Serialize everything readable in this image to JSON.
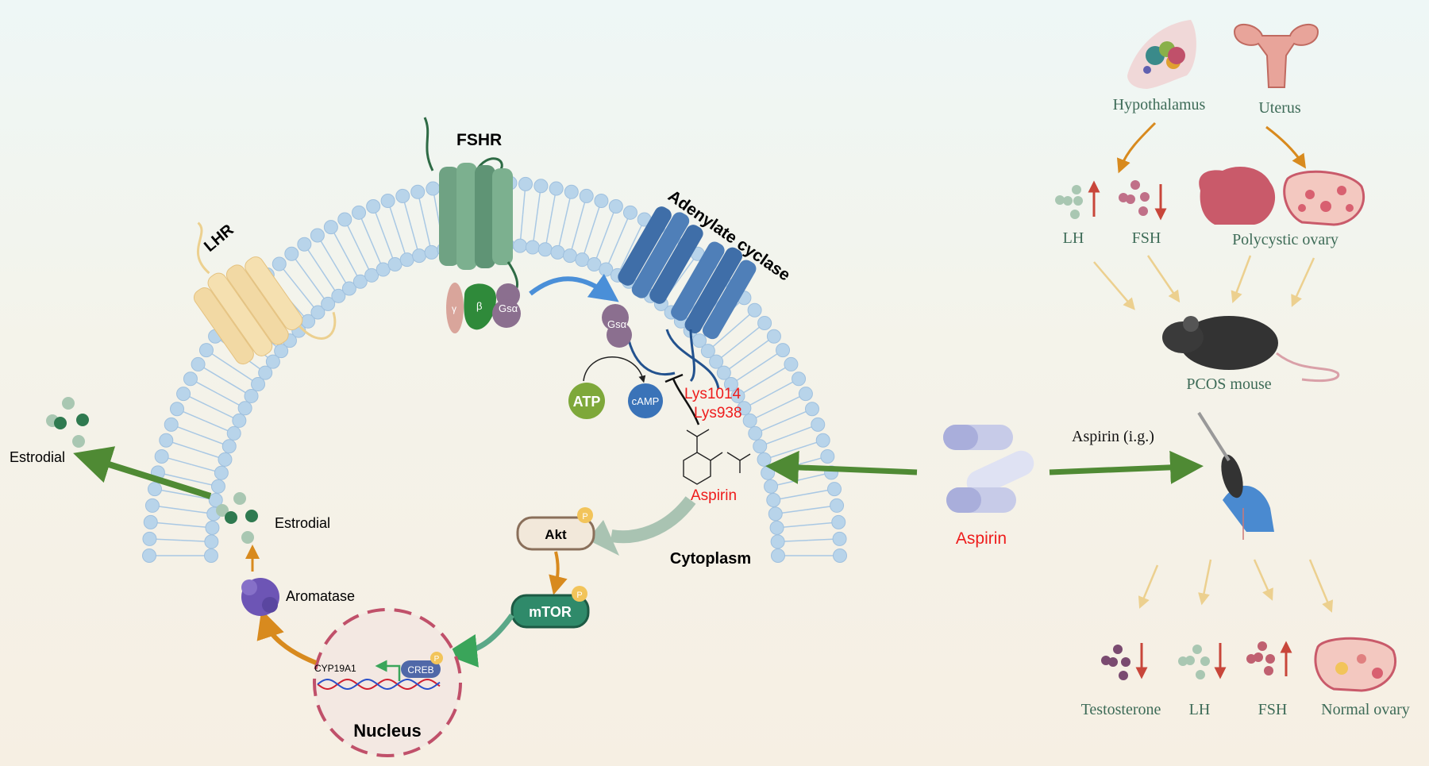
{
  "membrane": {
    "receptors": {
      "fshr": "FSHR",
      "lhr": "LHR",
      "adenylate_cyclase": "Adenylate cyclase"
    },
    "g_protein": {
      "gamma": "γ",
      "beta": "β",
      "alpha": "Gsα",
      "alpha_ac": "Gsα"
    },
    "atp": "ATP",
    "camp": "cAMP",
    "binding_sites": [
      "Lys1014",
      "Lys938"
    ],
    "aspirin_label": "Aspirin",
    "cytoplasm": "Cytoplasm"
  },
  "signaling": {
    "akt": "Akt",
    "mtor": "mTOR",
    "phospho": "P",
    "nucleus": "Nucleus",
    "gene": "CYP19A1",
    "creb": "CREB",
    "aromatase": "Aromatase",
    "estrodial_inner": "Estrodial",
    "estrodial_outer": "Estrodial"
  },
  "treatment": {
    "aspirin_drug": "Aspirin",
    "route": "Aspirin (i.g.)"
  },
  "model": {
    "hypothalamus": "Hypothalamus",
    "uterus": "Uterus",
    "lh": "LH",
    "fsh": "FSH",
    "polycystic_ovary": "Polycystic ovary",
    "pcos_mouse": "PCOS mouse"
  },
  "outcomes": {
    "testosterone": "Testosterone",
    "lh": "LH",
    "fsh": "FSH",
    "normal_ovary": "Normal ovary"
  },
  "colors": {
    "membrane": "#b8d4ea",
    "fshr": "#6fa283",
    "lhr": "#f2d9a4",
    "adenylate_cyclase": "#3f6ea8",
    "aspirin_text": "#ee1c1c",
    "arrow_green": "#4f8a34",
    "arrow_orange": "#d88a1e",
    "right_text": "#3d6b57",
    "up_down_arrow": "#c8463a"
  }
}
